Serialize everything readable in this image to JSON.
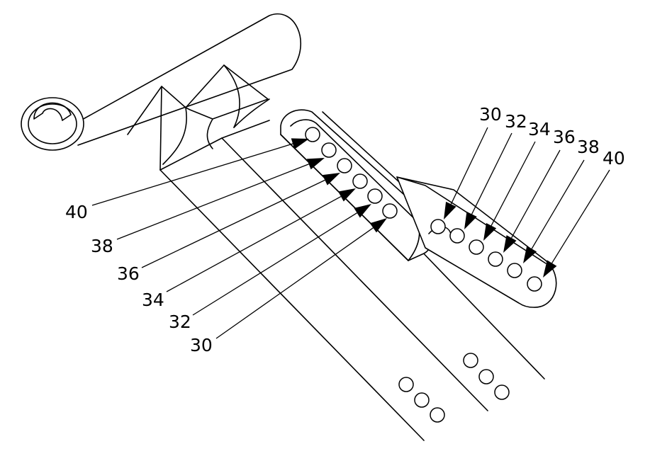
{
  "labels": {
    "left": [
      "40",
      "38",
      "36",
      "34",
      "32",
      "30"
    ],
    "right": [
      "30",
      "32",
      "34",
      "36",
      "38",
      "40"
    ]
  },
  "colors": {
    "line": "#000000",
    "background": "#ffffff"
  }
}
